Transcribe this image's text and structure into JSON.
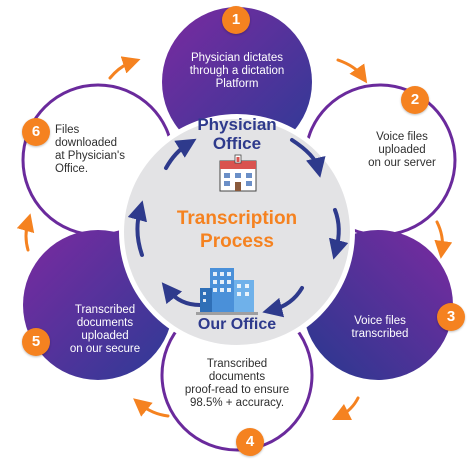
{
  "center": {
    "title_line1": "Transcription",
    "title_line2": "Process",
    "top_label_line1": "Physician",
    "top_label_line2": "Office",
    "bottom_label": "Our Office"
  },
  "steps": [
    {
      "number": "1",
      "lines": [
        "Physician dictates",
        "through a dictation",
        "Platform"
      ]
    },
    {
      "number": "2",
      "lines": [
        "Voice files",
        "uploaded",
        "on our server"
      ]
    },
    {
      "number": "3",
      "lines": [
        "Voice files",
        "transcribed"
      ]
    },
    {
      "number": "4",
      "lines": [
        "Transcribed",
        "documents",
        "proof-read to ensure",
        "98.5% + accuracy."
      ]
    },
    {
      "number": "5",
      "lines": [
        "Transcribed",
        "documents",
        "uploaded",
        "on our secure"
      ]
    },
    {
      "number": "6",
      "lines": [
        "Files",
        "downloaded",
        "at Physician's",
        "Office."
      ]
    }
  ],
  "colors": {
    "purple": "#6a2a9c",
    "navy": "#233a93",
    "orange": "#f58220",
    "center_fill": "#e3e3e5",
    "cycle_arrow": "#2e3a8c",
    "physician_label": "#2e3a8c"
  },
  "icons": [
    "hospital-icon",
    "office-building-icon"
  ]
}
